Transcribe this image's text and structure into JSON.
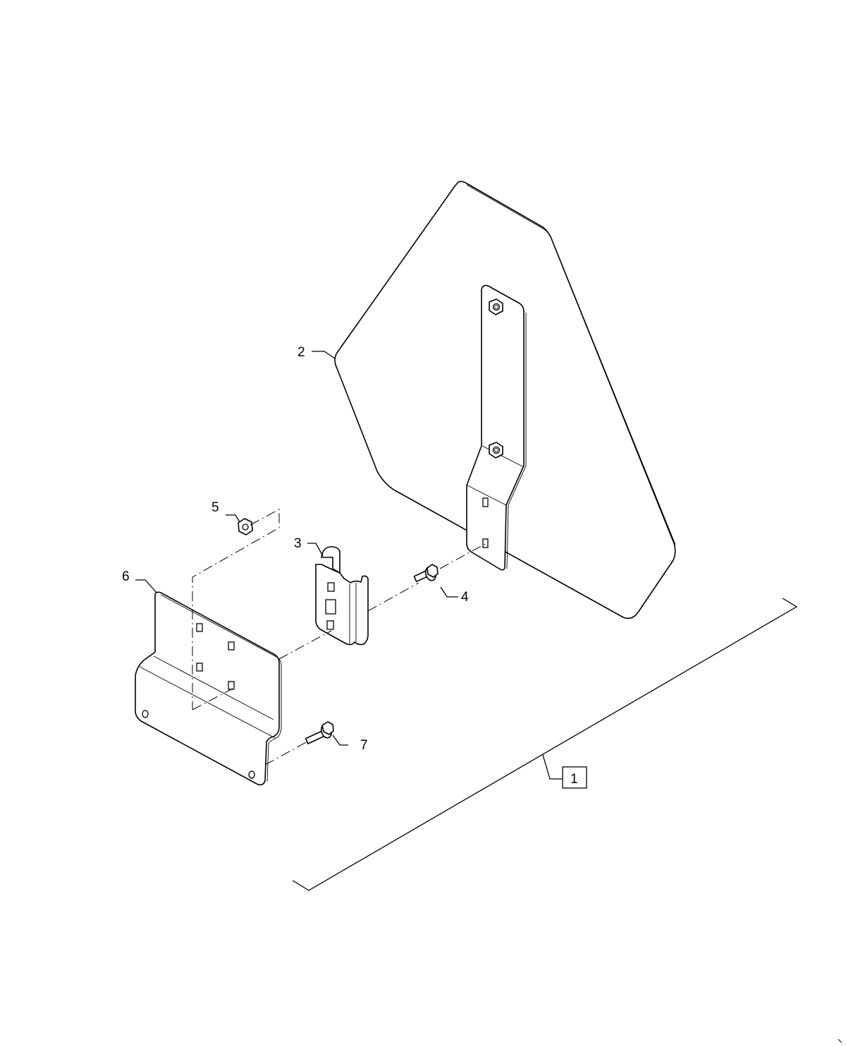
{
  "diagram": {
    "type": "exploded parts diagram",
    "callouts": [
      {
        "id": "1",
        "label": "1",
        "boxed": true,
        "part": "assembly bracket line"
      },
      {
        "id": "2",
        "label": "2",
        "boxed": false,
        "part": "shield panel"
      },
      {
        "id": "3",
        "label": "3",
        "boxed": false,
        "part": "channel clip"
      },
      {
        "id": "4",
        "label": "4",
        "boxed": false,
        "part": "flange screw"
      },
      {
        "id": "5",
        "label": "5",
        "boxed": false,
        "part": "hex nut"
      },
      {
        "id": "6",
        "label": "6",
        "boxed": false,
        "part": "mounting bracket plate"
      },
      {
        "id": "7",
        "label": "7",
        "boxed": false,
        "part": "flange screw"
      }
    ],
    "colors": {
      "line": "#000000",
      "background": "#ffffff"
    }
  }
}
